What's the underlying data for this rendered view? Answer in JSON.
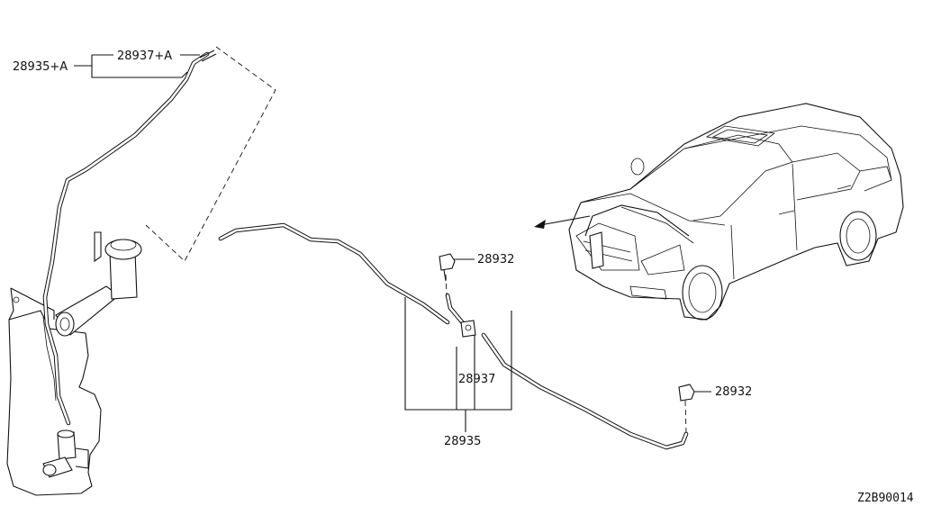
{
  "labels": {
    "tube_assy_a": "28935+A",
    "tube_a": "28937+A",
    "nozzle_upper": "28932",
    "tube": "28937",
    "nozzle_lower": "28932",
    "tube_assy": "28935"
  },
  "diagram_code": "Z2B90014"
}
